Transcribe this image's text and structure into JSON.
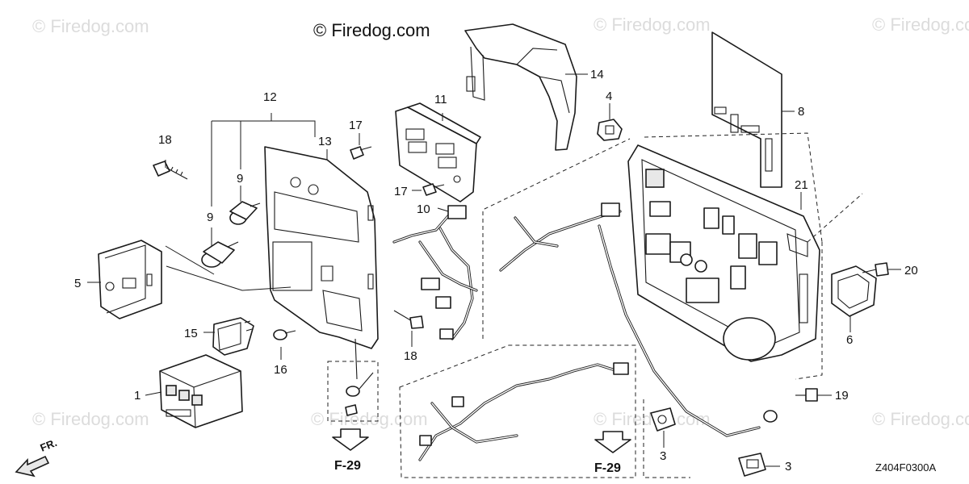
{
  "watermarks": {
    "main": "© Firedog.com",
    "faded": "© Firedog.com"
  },
  "callouts": {
    "c1": "1",
    "c3a": "3",
    "c3b": "3",
    "c4": "4",
    "c5": "5",
    "c6": "6",
    "c8": "8",
    "c9a": "9",
    "c9b": "9",
    "c10": "10",
    "c11": "11",
    "c12": "12",
    "c13": "13",
    "c14": "14",
    "c15": "15",
    "c16": "16",
    "c17a": "17",
    "c17b": "17",
    "c18a": "18",
    "c18b": "18",
    "c19": "19",
    "c20": "20",
    "c21": "21"
  },
  "references": {
    "left": "F-29",
    "right": "F-29"
  },
  "diagram_code": "Z404F0300A",
  "direction_label": "FR."
}
